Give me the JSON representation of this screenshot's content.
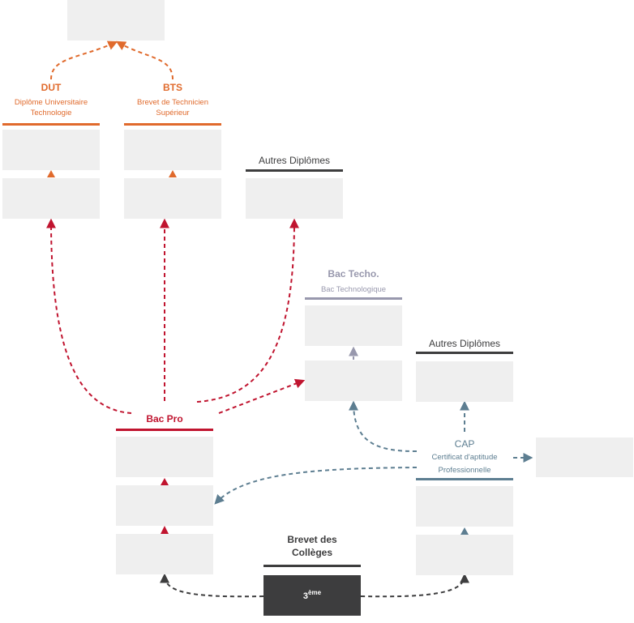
{
  "colors": {
    "orange": "#e06a2c",
    "red": "#c0142f",
    "violet": "#9898ad",
    "slate": "#5d7e91",
    "dark": "#3d3d3e",
    "box": "#efefef"
  },
  "dut": {
    "title": "DUT",
    "subtitle_line1": "Diplôme Universitaire",
    "subtitle_line2": "Technologie"
  },
  "bts": {
    "title": "BTS",
    "subtitle_line1": "Brevet de Technicien",
    "subtitle_line2": "Supérieur"
  },
  "autres_diplomes_top": {
    "title": "Autres Diplômes"
  },
  "bac_techno": {
    "title": "Bac Techo.",
    "subtitle": "Bac Technologique"
  },
  "autres_diplomes_mid": {
    "title": "Autres Diplômes"
  },
  "bac_pro": {
    "title": "Bac Pro"
  },
  "cap": {
    "title": "CAP",
    "subtitle_line1": "Certificat d'aptitude",
    "subtitle_line2": "Professionnelle"
  },
  "brevet": {
    "title_line1": "Brevet des",
    "title_line2": "Collèges"
  },
  "troisieme": {
    "label": "3",
    "superscript": "ème"
  }
}
